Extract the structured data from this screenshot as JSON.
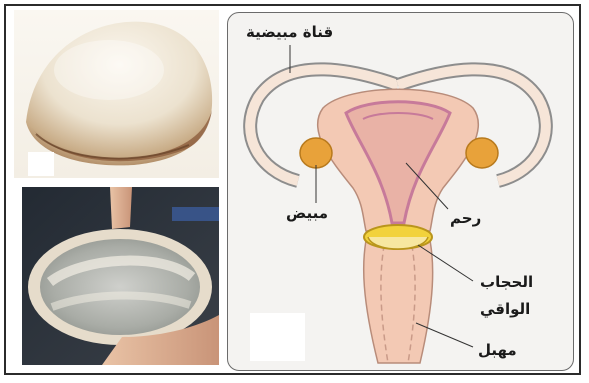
{
  "labels": {
    "fallopian_tube": "قناة مبيضية",
    "ovary": "مبيض",
    "uterus": "رحم",
    "diaphragm_line1": "الحجاب",
    "diaphragm_line2": "الواقي",
    "vagina": "مهبل"
  },
  "colors": {
    "tissue_pink": "#f3c9b4",
    "tissue_inner": "#e9b2a6",
    "uterus_lining": "#c77a9a",
    "ovary_orange": "#e8a23a",
    "diaphragm_yellow": "#f2d23c",
    "background": "#f4f3f1",
    "frame_border": "#2b2b2b"
  }
}
